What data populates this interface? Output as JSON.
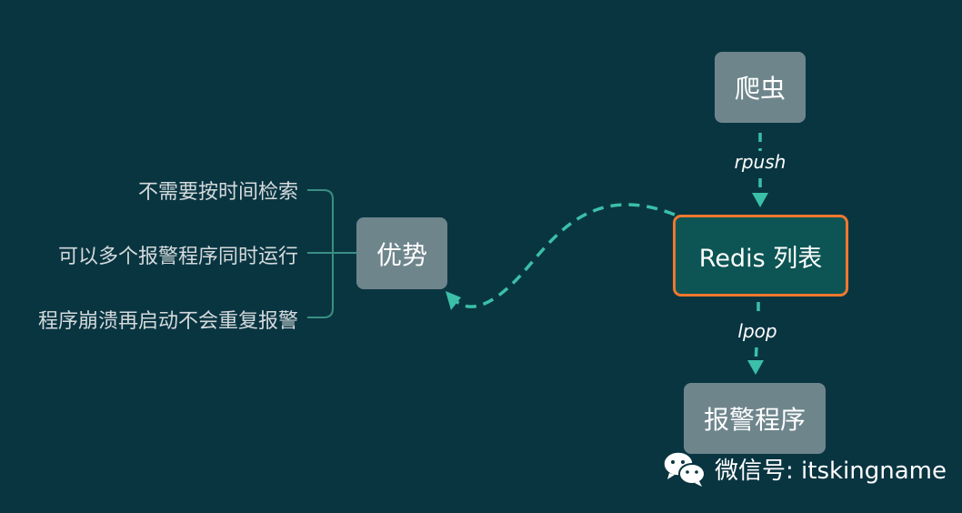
{
  "nodes": {
    "crawler": "爬虫",
    "redis_list": "Redis 列表",
    "alarm_program": "报警程序",
    "advantage": "优势"
  },
  "edges": {
    "push_label": "rpush",
    "pop_label": "lpop"
  },
  "advantages": [
    "不需要按时间检索",
    "可以多个报警程序同时运行",
    "程序崩溃再启动不会重复报警"
  ],
  "watermark": {
    "icon": "wechat-icon",
    "text": "微信号: itskingname"
  },
  "colors": {
    "background": "#093541",
    "gray_node": "#6e858c",
    "redis_node": "#0c5554",
    "redis_border": "#f0782e",
    "arrow": "#3bbfa9",
    "bracket": "#3a8f82"
  }
}
